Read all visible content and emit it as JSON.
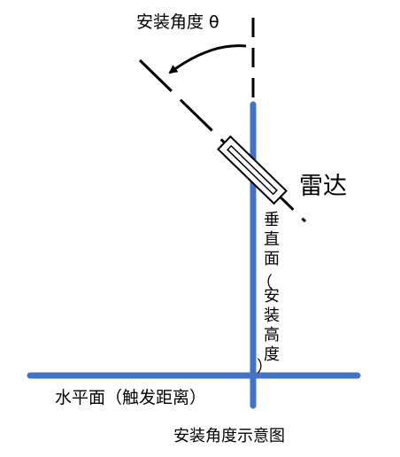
{
  "diagram": {
    "angle_label": "安装角度 θ",
    "radar_label": "雷达",
    "vertical_label": [
      "垂",
      "直",
      "面"
    ],
    "vertical_paren_label": [
      "（",
      "安",
      "装",
      "高",
      "度",
      "）"
    ],
    "horizontal_label": "水平面（触发距离）",
    "caption": "安装角度示意图",
    "colors": {
      "surface": "#4472c4",
      "line": "#000000",
      "background": "#ffffff"
    }
  }
}
